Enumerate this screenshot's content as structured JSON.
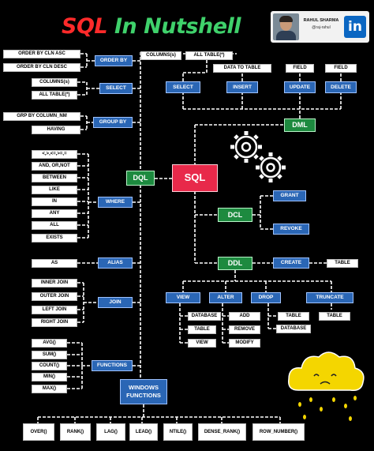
{
  "title": {
    "part1": "SQL",
    "part2": "In Nutshell"
  },
  "author": {
    "name": "RAHUL SHARMA",
    "handle": "@raj-rahul",
    "linkedin": "in"
  },
  "center": {
    "sql": "SQL",
    "dql": "DQL",
    "dml": "DML",
    "dcl": "DCL",
    "ddl": "DDL"
  },
  "dql": {
    "order_by": {
      "label": "ORDER BY",
      "items": [
        "ORDER BY CLN ASC",
        "ORDER BY CLN DESC"
      ]
    },
    "select": {
      "label": "SELECT",
      "items": [
        "COLUMNS(s)",
        "ALL TABLE(*)"
      ]
    },
    "group_by": {
      "label": "GROUP BY",
      "items": [
        "GRP BY COLUMN_NM",
        "HAVING"
      ]
    },
    "where": {
      "label": "WHERE",
      "items": [
        "<,>,<=,>=,=",
        "AND, OR,NOT",
        "BETWEEN",
        "LIKE",
        "IN",
        "ANY",
        "ALL",
        "EXISTS"
      ]
    },
    "alias": {
      "label": "ALIAS",
      "items": [
        "AS"
      ]
    },
    "join": {
      "label": "JOIN",
      "items": [
        "INNER JOIN",
        "OUTER JOIN",
        "LEFT JOIN",
        "RIGHT JOIN"
      ]
    },
    "functions": {
      "label": "FUNCTIONS",
      "items": [
        "AVG()",
        "SUM()",
        "COUNT()",
        "MIN()",
        "MAX()"
      ]
    },
    "window_functions": {
      "label_line1": "WINDOWS",
      "label_line2": "FUNCTIONS",
      "items": [
        "OVER()",
        "RANK()",
        "LAG()",
        "LEAD()",
        "NTILE()",
        "DENSE_RANK()",
        "ROW_NUMBER()"
      ]
    }
  },
  "dml": {
    "select": {
      "label": "SELECT",
      "items": [
        "COLUMNS(s)",
        "ALL TABLE(*)"
      ]
    },
    "insert": {
      "label": "INSERT",
      "items": [
        "DATA TO TABLE"
      ]
    },
    "update": {
      "label": "UPDATE",
      "items": [
        "FIELD"
      ]
    },
    "delete": {
      "label": "DELETE",
      "items": [
        "FIELD"
      ]
    }
  },
  "dcl": {
    "grant": "GRANT",
    "revoke": "REVOKE"
  },
  "ddl": {
    "create": {
      "label": "CREATE",
      "items": [
        "TABLE"
      ]
    },
    "view": {
      "label": "VIEW"
    },
    "alter": {
      "label": "ALTER",
      "items": [
        "DATABASE",
        "TABLE",
        "VIEW"
      ]
    },
    "drop": {
      "label": "DROP",
      "items": [
        "ADD",
        "REMOVE",
        "MODIFY"
      ]
    },
    "truncate": {
      "label": "TRUNCATE",
      "items": [
        "TABLE",
        "DATABASE",
        "TABLE"
      ]
    }
  },
  "colors": {
    "sql": "#e8294a",
    "category": "#1d8a3f",
    "command": "#2a66b5",
    "leaf": "#ffffff",
    "connector": "#ffffff",
    "title_sql": "#ff2a2a",
    "title_rest": "#3fd16b"
  }
}
